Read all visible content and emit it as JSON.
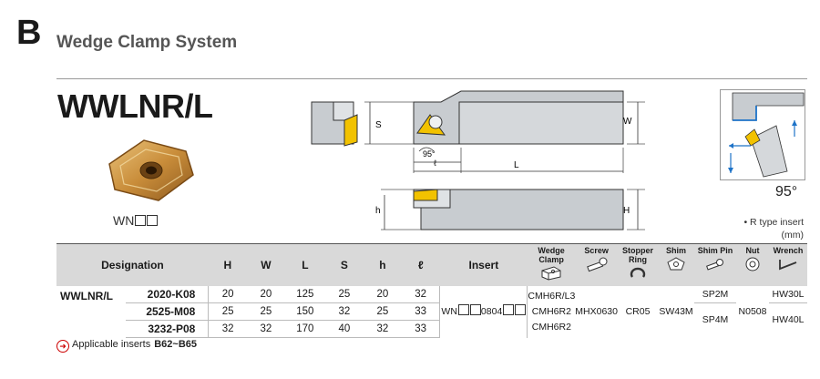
{
  "header": {
    "section_letter": "B",
    "section_title": "Wedge Clamp System"
  },
  "model": {
    "title": "WWLNR/L",
    "insert_code": "WN"
  },
  "drawing": {
    "labels": {
      "S": "S",
      "W": "W",
      "L": "L",
      "h": "h",
      "H": "H",
      "angle": "95°",
      "ell": "ℓ"
    },
    "detail_angle": "95°",
    "note_r_type": "• R type insert",
    "note_unit": "(mm)"
  },
  "table": {
    "headers": {
      "designation": "Designation",
      "H": "H",
      "W": "W",
      "L": "L",
      "S": "S",
      "h": "h",
      "ell": "ℓ",
      "insert": "Insert",
      "wedge_clamp": "Wedge Clamp",
      "screw": "Screw",
      "stopper_ring": "Stopper Ring",
      "shim": "Shim",
      "shim_pin": "Shim Pin",
      "nut": "Nut",
      "wrench": "Wrench"
    },
    "series": "WWLNR/L",
    "rows": [
      {
        "code": "2020-K08",
        "H": "20",
        "W": "20",
        "L": "125",
        "S": "25",
        "h": "20",
        "ell": "32"
      },
      {
        "code": "2525-M08",
        "H": "25",
        "W": "25",
        "L": "150",
        "S": "32",
        "h": "25",
        "ell": "33"
      },
      {
        "code": "3232-P08",
        "H": "32",
        "W": "32",
        "L": "170",
        "S": "40",
        "h": "32",
        "ell": "33"
      }
    ],
    "parts": {
      "insert_prefix": "WN",
      "insert_mid": "0804",
      "wedge_clamp_1": "CMH6R/L3",
      "wedge_clamp_2": "CMH6R2",
      "wedge_clamp_3": "CMH6R2",
      "screw": "MHX0630",
      "stopper_ring": "CR05",
      "shim": "SW43M",
      "shim_pin_1": "SP2M",
      "shim_pin_2": "SP4M",
      "nut": "N0508",
      "wrench_1": "HW30L",
      "wrench_2": "HW40L"
    }
  },
  "footnote": {
    "text": "Applicable inserts",
    "range": "B62~B65"
  },
  "colors": {
    "insert_gold": "#c98d3a",
    "drawing_gray": "#c8ccd0",
    "accent_blue": "#1e73c8",
    "clamp_yellow": "#f2c200"
  }
}
